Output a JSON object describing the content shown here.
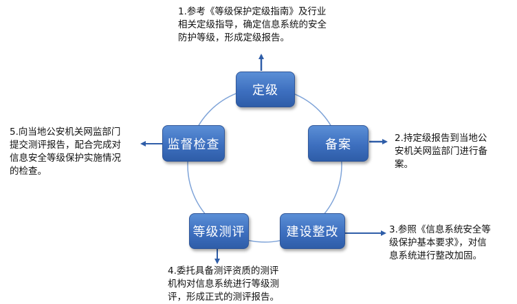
{
  "nodes": {
    "dingji": "定级",
    "beian": "备案",
    "jianshe": "建设整改",
    "ceping": "等级测评",
    "jiancha": "监督检查"
  },
  "notes": {
    "step1": "1.参考《等级保护定级指南》及行业\n相关定级指导，确定信息系统的安全\n防护等级，形成定级报告。",
    "step2": "2.持定级报告到当地公\n安机关网监部门进行备\n案。",
    "step3": "3.参照《信息系统安全等\n级保护基本要求》，对信\n息系统进行整改加固。",
    "step4": "4.委托具备测评资质的测评\n机构对信息系统进行等级测\n评，形成正式的测评报告。",
    "step5": "5.向当地公安机关网监部门\n提交测评报告，配合完成对\n信息安全等级保护实施情况\n的检查。"
  },
  "colors": {
    "box_fill": "#3D6FBF",
    "box_border": "#2F5597",
    "circle": "#7EA3D8",
    "arrow": "#2E5DA8"
  }
}
